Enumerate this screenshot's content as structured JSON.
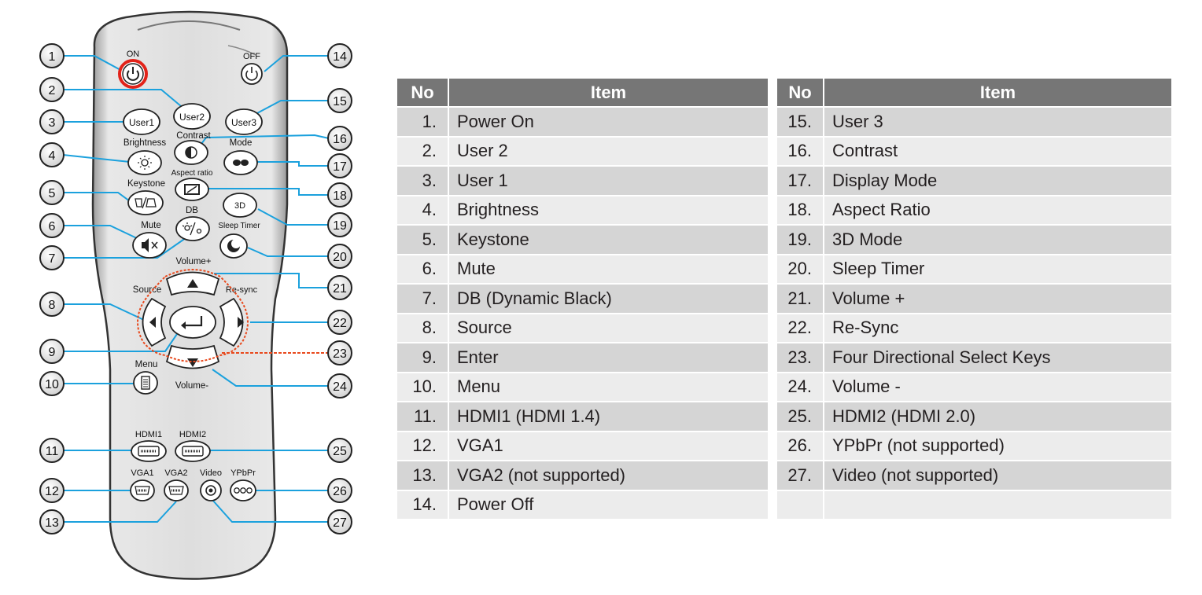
{
  "tables": [
    {
      "header": {
        "no": "No",
        "item": "Item"
      },
      "rows": [
        {
          "no": "1.",
          "item": "Power On"
        },
        {
          "no": "2.",
          "item": "User 2"
        },
        {
          "no": "3.",
          "item": "User 1"
        },
        {
          "no": "4.",
          "item": "Brightness"
        },
        {
          "no": "5.",
          "item": "Keystone"
        },
        {
          "no": "6.",
          "item": "Mute"
        },
        {
          "no": "7.",
          "item": "DB (Dynamic Black)"
        },
        {
          "no": "8.",
          "item": "Source"
        },
        {
          "no": "9.",
          "item": "Enter"
        },
        {
          "no": "10.",
          "item": "Menu"
        },
        {
          "no": "11.",
          "item": "HDMI1 (HDMI 1.4)"
        },
        {
          "no": "12.",
          "item": "VGA1"
        },
        {
          "no": "13.",
          "item": "VGA2 (not supported)"
        },
        {
          "no": "14.",
          "item": "Power Off"
        }
      ]
    },
    {
      "header": {
        "no": "No",
        "item": "Item"
      },
      "rows": [
        {
          "no": "15.",
          "item": "User 3"
        },
        {
          "no": "16.",
          "item": "Contrast"
        },
        {
          "no": "17.",
          "item": "Display Mode"
        },
        {
          "no": "18.",
          "item": "Aspect Ratio"
        },
        {
          "no": "19.",
          "item": "3D Mode"
        },
        {
          "no": "20.",
          "item": "Sleep Timer"
        },
        {
          "no": "21.",
          "item": "Volume +"
        },
        {
          "no": "22.",
          "item": "Re-Sync"
        },
        {
          "no": "23.",
          "item": "Four Directional Select Keys"
        },
        {
          "no": "24.",
          "item": "Volume -"
        },
        {
          "no": "25.",
          "item": "HDMI2 (HDMI 2.0)"
        },
        {
          "no": "26.",
          "item": "YPbPr (not supported)"
        },
        {
          "no": "27.",
          "item": "Video (not supported)"
        },
        {
          "no": "",
          "item": ""
        }
      ]
    }
  ],
  "remote": {
    "labels": {
      "on": "ON",
      "off": "OFF",
      "user1": "User1",
      "user2": "User2",
      "user3": "User3",
      "brightness": "Brightness",
      "contrast": "Contrast",
      "mode": "Mode",
      "keystone": "Keystone",
      "aspect_ratio": "Aspect ratio",
      "three_d": "3D",
      "mute": "Mute",
      "db": "DB",
      "sleep_timer": "Sleep Timer",
      "volume_plus": "Volume+",
      "source": "Source",
      "resync": "Re-sync",
      "menu": "Menu",
      "volume_minus": "Volume-",
      "hdmi1": "HDMI1",
      "hdmi2": "HDMI2",
      "vga1": "VGA1",
      "vga2": "VGA2",
      "video": "Video",
      "ypbpr": "YPbPr"
    },
    "callouts_left": [
      "1",
      "2",
      "3",
      "4",
      "5",
      "6",
      "7",
      "8",
      "9",
      "10",
      "11",
      "12",
      "13"
    ],
    "callouts_right": [
      "14",
      "15",
      "16",
      "17",
      "18",
      "19",
      "20",
      "21",
      "22",
      "23",
      "24",
      "25",
      "26",
      "27"
    ]
  },
  "colors": {
    "leader_line": "#1ba1dd",
    "highlight_dashed": "#e8491d",
    "power_ring": "#e2231a",
    "table_header_bg": "#767676",
    "table_row_dark": "#d5d5d5",
    "table_row_light": "#ececec"
  }
}
